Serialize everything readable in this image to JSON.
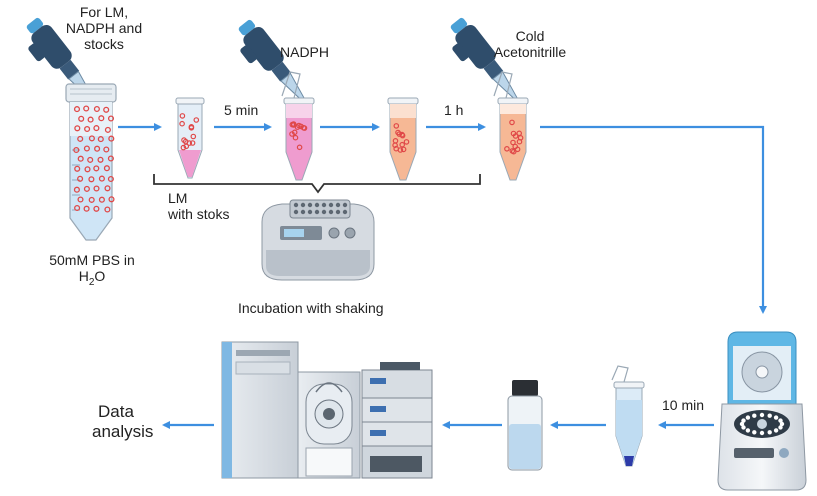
{
  "labels": {
    "pipette1_line1": "For LM,",
    "pipette1_line2": "NADPH and",
    "pipette1_line3": "stocks",
    "pipette2": "NADPH",
    "pipette3_line1": "Cold",
    "pipette3_line2": "Acetonitrille",
    "time_5min": "5 min",
    "time_1h": "1 h",
    "time_10min": "10 min",
    "lm_line1": "LM",
    "lm_line2": "with stoks",
    "pbs_line1": "50mM PBS in",
    "pbs_line2_a": "H",
    "pbs_line2_sub": "2",
    "pbs_line2_b": "O",
    "incubation": "Incubation with shaking",
    "data_line1": "Data",
    "data_line2": "analysis"
  },
  "colors": {
    "arrow": "#3d8fe0",
    "pipette": "#2f4d6b",
    "tip_blue": "#49a0d6",
    "tube_pink": "#ef9ccf",
    "tube_peach": "#f6b895",
    "liquid_blue": "#cfe5f6",
    "dots": "#e04848"
  },
  "icons": [
    "pipette-icon",
    "falcon-tube-icon",
    "eppendorf-tube-icon",
    "heat-shaker-icon",
    "centrifuge-icon",
    "vial-icon",
    "lcms-instrument-icon"
  ]
}
